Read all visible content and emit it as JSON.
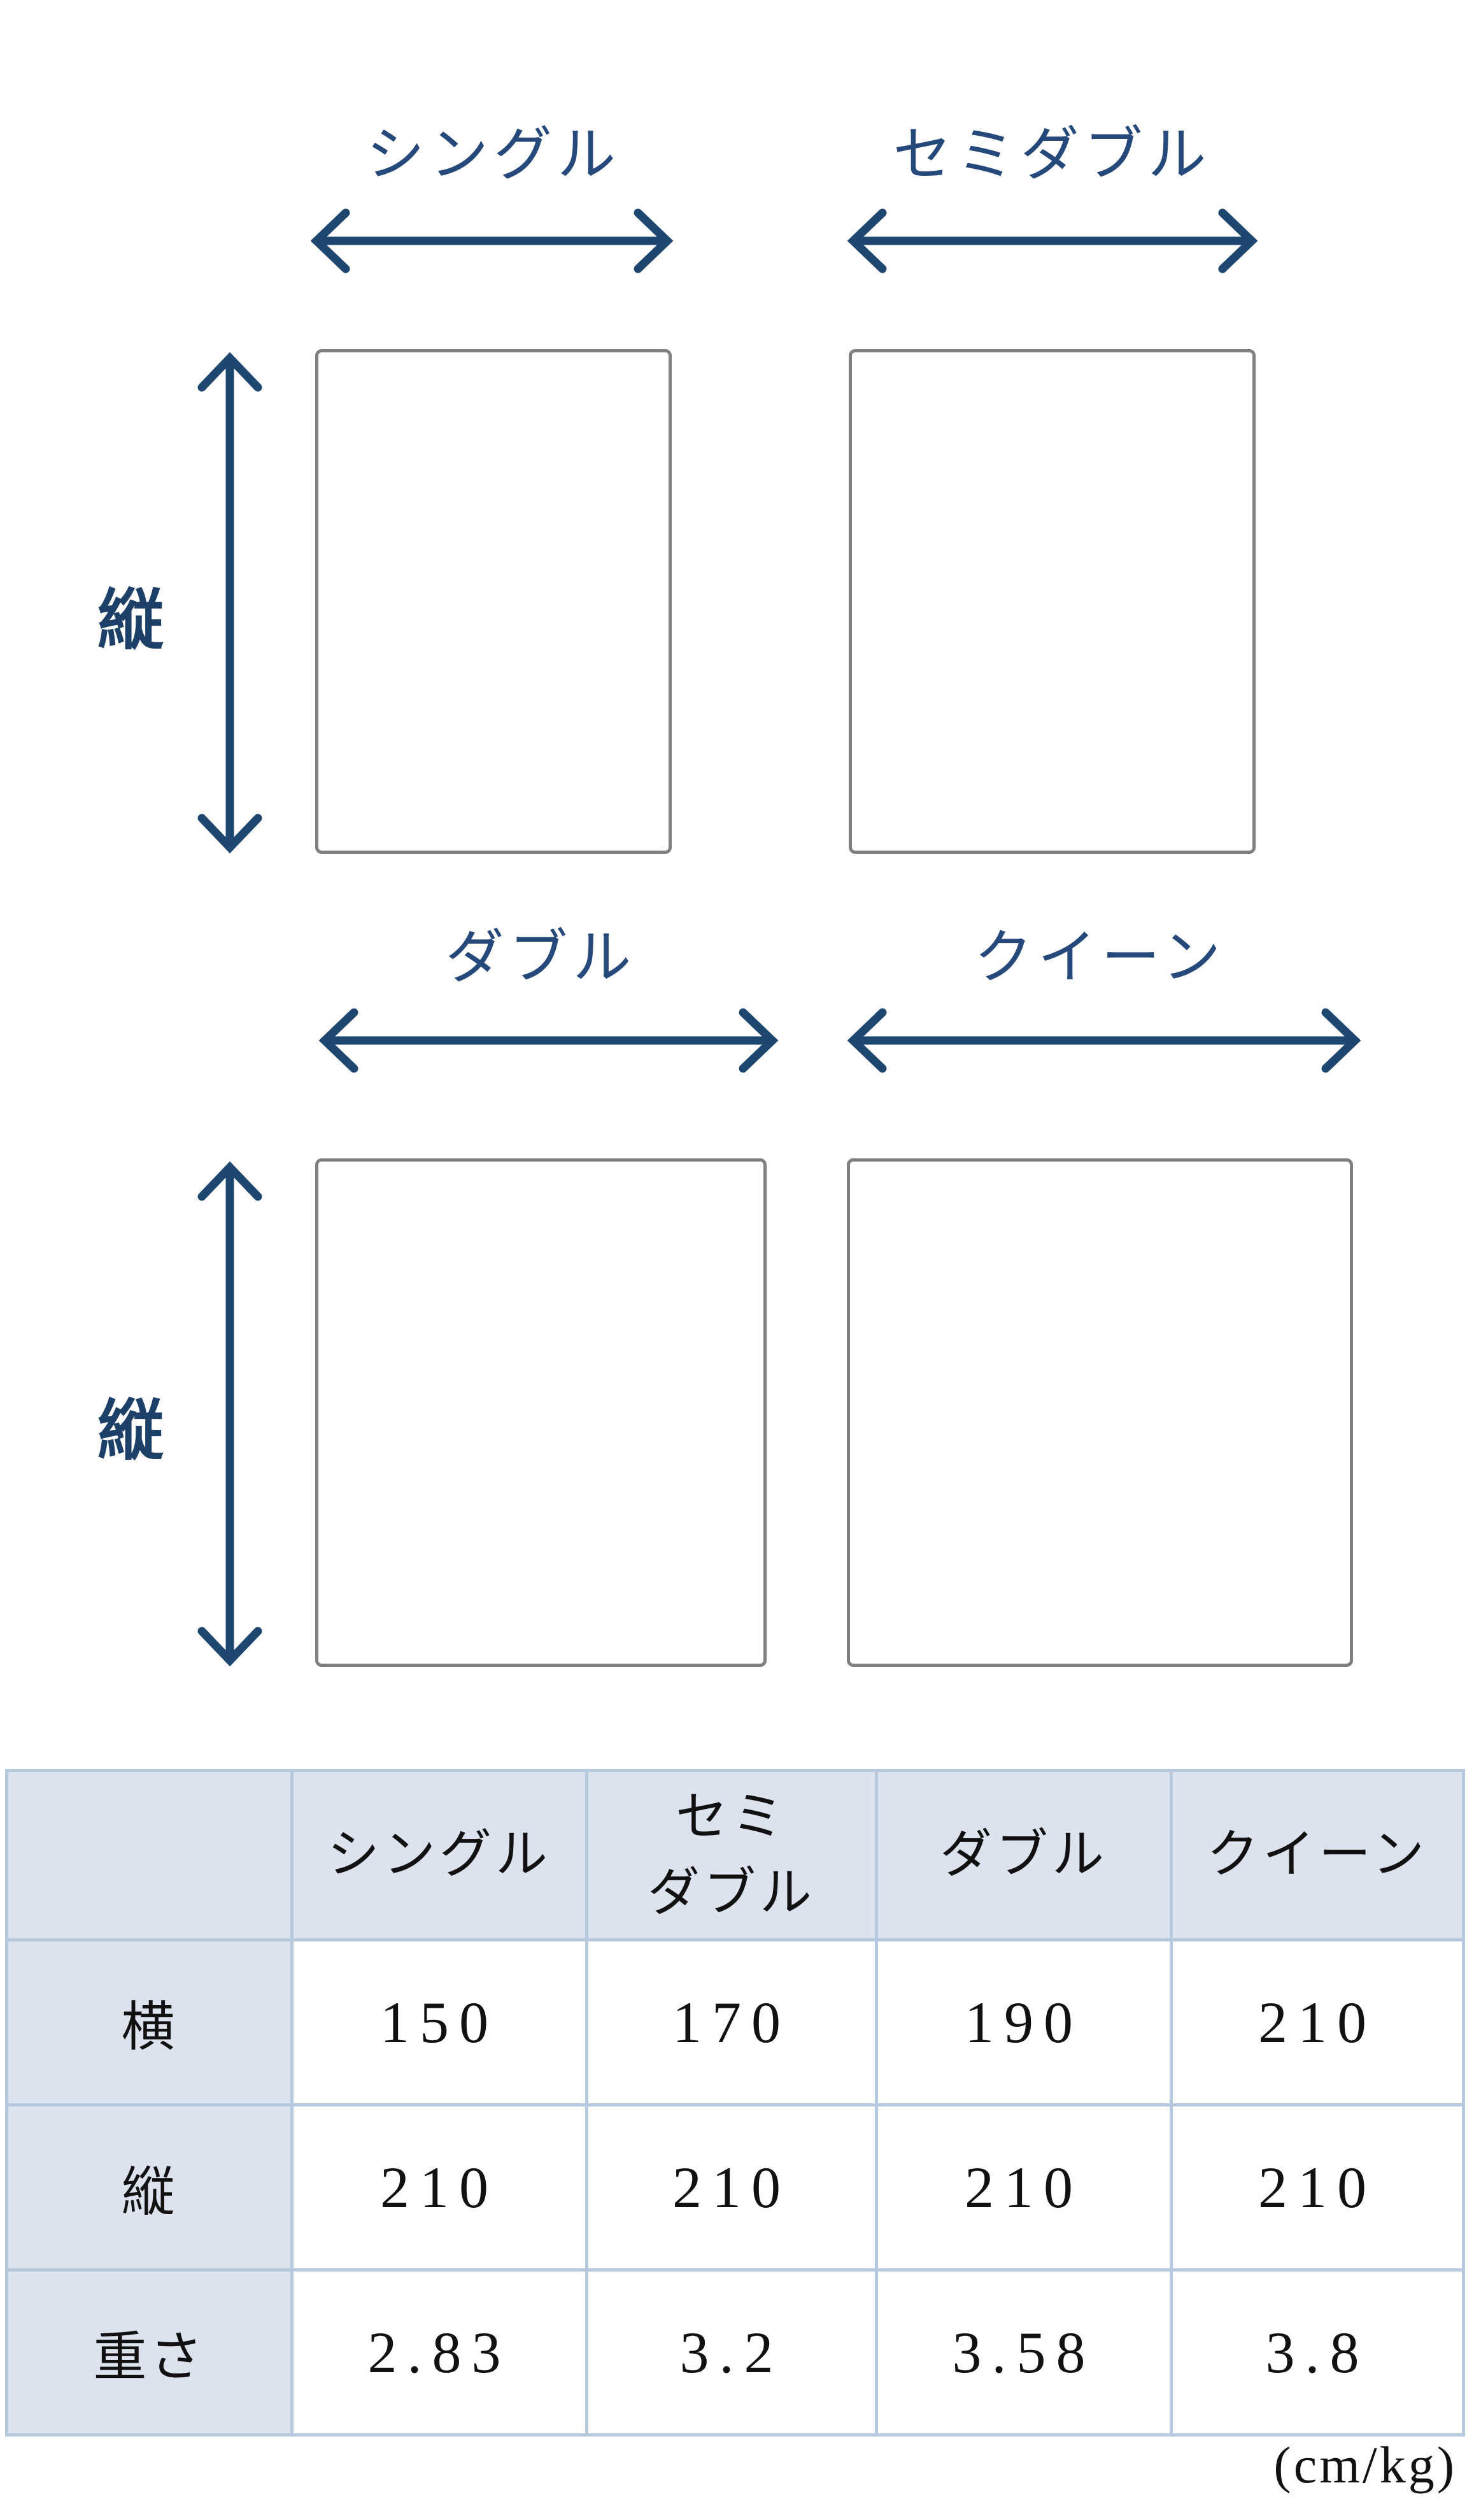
{
  "diagram": {
    "arrow_color": "#1e4770",
    "label_color": "#24497a",
    "rect_border_color": "#7f7f7f",
    "vertical_label": "縦",
    "groups": [
      {
        "id": "single",
        "label": "シングル"
      },
      {
        "id": "semi-double",
        "label": "セミダブル"
      },
      {
        "id": "double",
        "label": "ダブル"
      },
      {
        "id": "queen",
        "label": "クイーン"
      }
    ]
  },
  "table": {
    "header_fill": "#dce3ee",
    "border_color": "#b6c9de",
    "header": {
      "col0": "",
      "col1": "シングル",
      "col2_line1": "セミ",
      "col2_line2": "ダブル",
      "col3": "ダブル",
      "col4": "クイーン"
    },
    "rows": [
      {
        "label": "横",
        "values": [
          "150",
          "170",
          "190",
          "210"
        ]
      },
      {
        "label": "縦",
        "values": [
          "210",
          "210",
          "210",
          "210"
        ]
      },
      {
        "label": "重さ",
        "values": [
          "2.83",
          "3.2",
          "3.58",
          "3.8"
        ]
      }
    ],
    "unit_note": "(cm/kg)"
  }
}
